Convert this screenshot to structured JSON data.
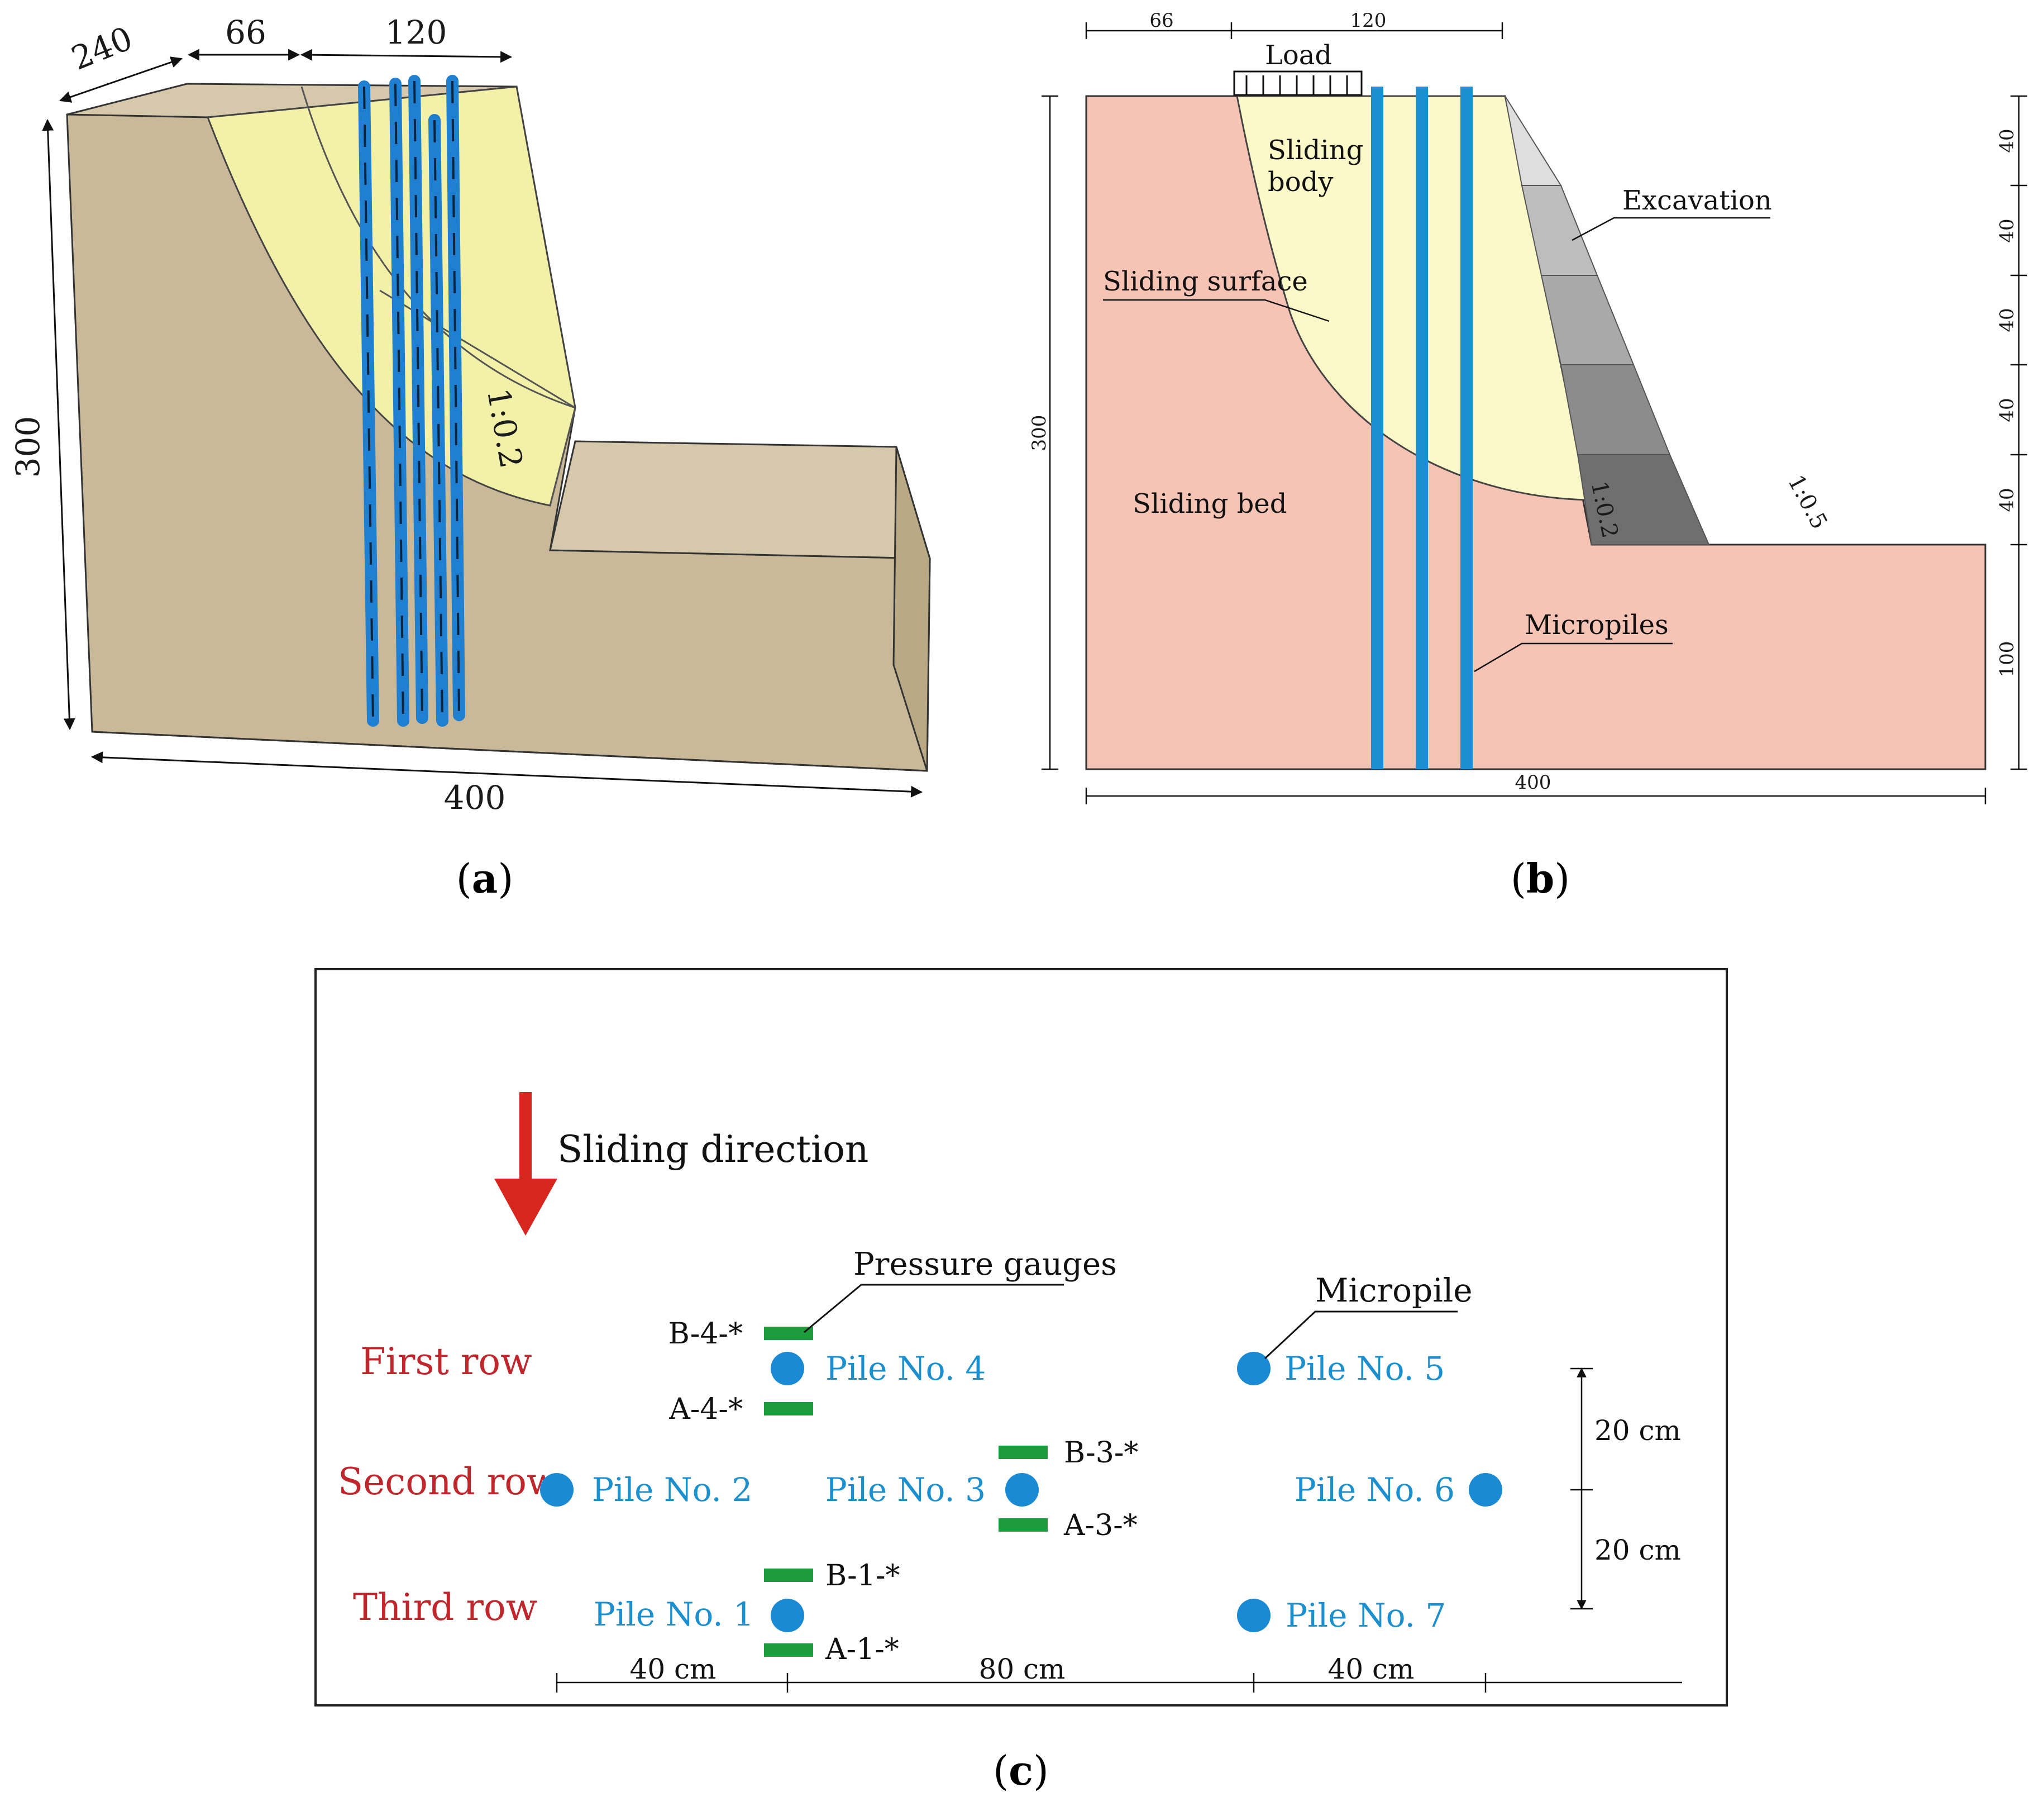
{
  "panel_a": {
    "caption_open": "(",
    "caption_letter": "a",
    "caption_close": ")",
    "dims": {
      "depth": "240",
      "top_left": "66",
      "top_right": "120",
      "height": "300",
      "length": "400"
    },
    "slope_label": "1:0.2",
    "colors": {
      "box": "#c9b999",
      "sliding_body": "#f3f1a8",
      "pile": "#1f7fd0"
    }
  },
  "panel_b": {
    "caption_open": "(",
    "caption_letter": "b",
    "caption_close": ")",
    "dims": {
      "top_left": "66",
      "top_right": "120",
      "height": "300",
      "length": "400",
      "step": "40",
      "base": "100"
    },
    "labels": {
      "load": "Load",
      "sliding_body_1": "Sliding",
      "sliding_body_2": "body",
      "sliding_surface": "Sliding surface",
      "sliding_bed": "Sliding bed",
      "excavation": "Excavation",
      "micropiles": "Micropiles",
      "slope_inner": "1:0.2",
      "slope_outer": "1:0.5"
    },
    "colors": {
      "bed": "#f5c4b4",
      "sliding_body": "#fbf9c8",
      "pile": "#1c8fd0"
    }
  },
  "panel_c": {
    "caption_open": "(",
    "caption_letter": "c",
    "caption_close": ")",
    "sliding_direction": "Sliding direction",
    "pressure_gauges": "Pressure gauges",
    "micropile": "Micropile",
    "rows": [
      "First row",
      "Second row",
      "Third row"
    ],
    "piles": [
      "Pile No. 1",
      "Pile No. 2",
      "Pile No. 3",
      "Pile No. 4",
      "Pile No. 5",
      "Pile No. 6",
      "Pile No. 7"
    ],
    "gauges": [
      "B-4-*",
      "A-4-*",
      "B-3-*",
      "A-3-*",
      "B-1-*",
      "A-1-*"
    ],
    "spacing": {
      "v1": "20 cm",
      "v2": "20 cm",
      "h1": "40 cm",
      "h2": "80 cm",
      "h3": "40 cm"
    },
    "colors": {
      "arrow": "#d8261f",
      "pile": "#1a8ad4",
      "gauge": "#1e9b3c",
      "row_text": "#c0272d",
      "pile_text": "#1c8fcf"
    }
  }
}
